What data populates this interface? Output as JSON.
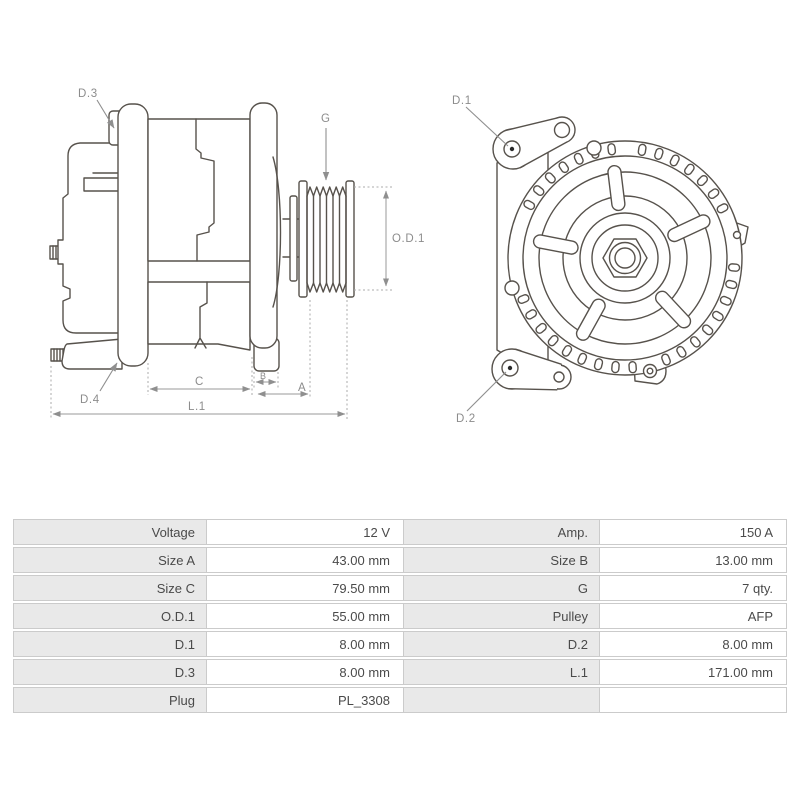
{
  "drawing": {
    "side_labels": {
      "d3": "D.3",
      "g": "G",
      "od1": "O.D.1",
      "d4": "D.4",
      "c": "C",
      "b": "B",
      "a": "A",
      "l1": "L.1"
    },
    "front_labels": {
      "d1": "D.1",
      "d2": "D.2"
    }
  },
  "table": {
    "rows": [
      {
        "l1": "Voltage",
        "v1": "12 V",
        "l2": "Amp.",
        "v2": "150 A"
      },
      {
        "l1": "Size A",
        "v1": "43.00 mm",
        "l2": "Size B",
        "v2": "13.00 mm"
      },
      {
        "l1": "Size C",
        "v1": "79.50 mm",
        "l2": "G",
        "v2": "7 qty."
      },
      {
        "l1": "O.D.1",
        "v1": "55.00 mm",
        "l2": "Pulley",
        "v2": "AFP"
      },
      {
        "l1": "D.1",
        "v1": "8.00 mm",
        "l2": "D.2",
        "v2": "8.00 mm"
      },
      {
        "l1": "D.3",
        "v1": "8.00 mm",
        "l2": "L.1",
        "v2": "171.00 mm"
      },
      {
        "l1": "Plug",
        "v1": "PL_3308",
        "l2": "",
        "v2": ""
      }
    ]
  },
  "colors": {
    "drawing_line": "#57524c",
    "annotation_text": "#8c8c8c",
    "table_label_bg": "#e9e9e9",
    "table_border": "#cbcbcb",
    "table_text": "#4a4a4a"
  }
}
